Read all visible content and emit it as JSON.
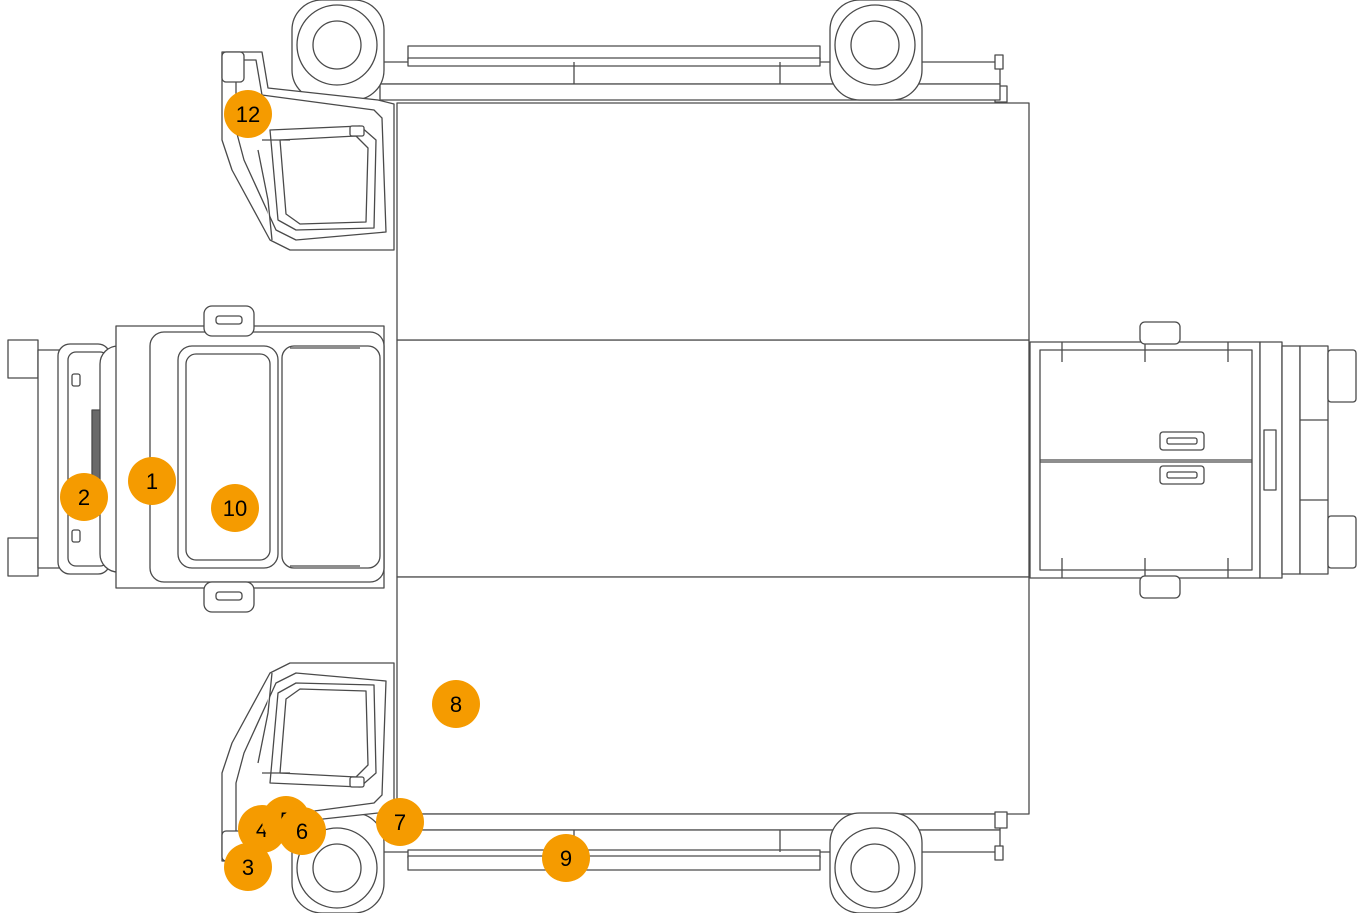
{
  "diagram": {
    "line_color": "#4a4a4a",
    "fill_color": "#ffffff",
    "panel_color": "#f7f7f7",
    "accent_color": "#f59b00",
    "label_color": "#000000"
  },
  "callouts": [
    {
      "id": "callout-1",
      "label": "1"
    },
    {
      "id": "callout-2",
      "label": "2"
    },
    {
      "id": "callout-3",
      "label": "3"
    },
    {
      "id": "callout-4",
      "label": "4"
    },
    {
      "id": "callout-5",
      "label": "5"
    },
    {
      "id": "callout-6",
      "label": "6"
    },
    {
      "id": "callout-7",
      "label": "7"
    },
    {
      "id": "callout-8",
      "label": "8"
    },
    {
      "id": "callout-9",
      "label": "9"
    },
    {
      "id": "callout-10",
      "label": "10"
    },
    {
      "id": "callout-12",
      "label": "12"
    }
  ]
}
